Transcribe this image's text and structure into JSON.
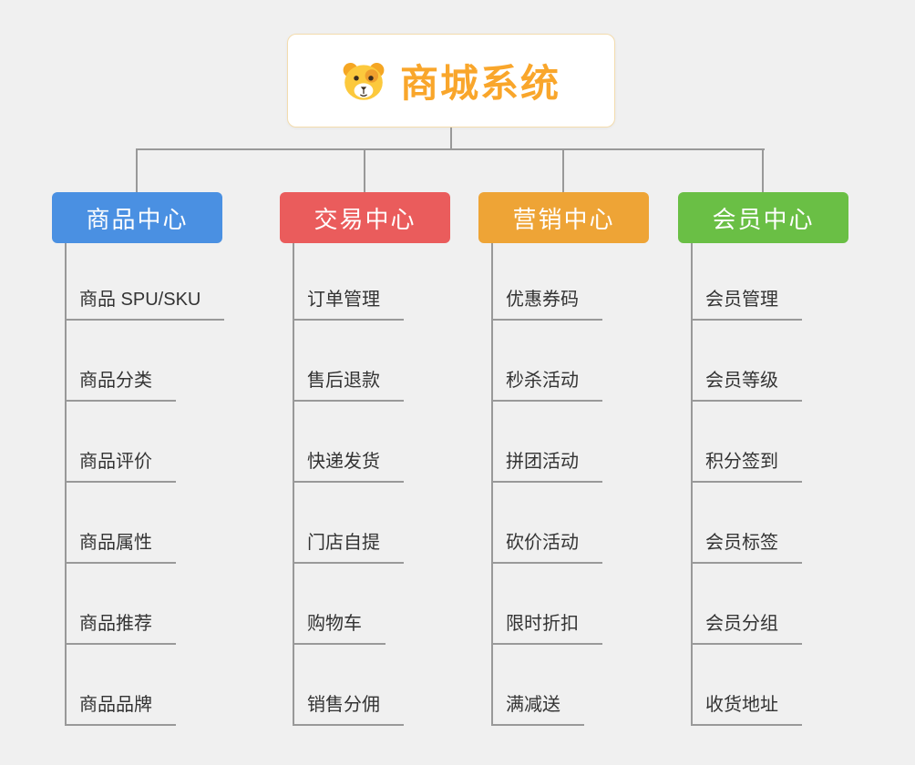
{
  "root": {
    "title": "商城系统",
    "icon": "dog-icon"
  },
  "style": {
    "line_color": "#999999",
    "background": "#f0f0f0",
    "root_border": "#f3dcae",
    "root_title_color": "#f9a62b"
  },
  "branches": [
    {
      "label": "商品中心",
      "color": "#4a90e2",
      "items": [
        "商品 SPU/SKU",
        "商品分类",
        "商品评价",
        "商品属性",
        "商品推荐",
        "商品品牌"
      ]
    },
    {
      "label": "交易中心",
      "color": "#ea5c5c",
      "items": [
        "订单管理",
        "售后退款",
        "快递发货",
        "门店自提",
        "购物车",
        "销售分佣"
      ]
    },
    {
      "label": "营销中心",
      "color": "#eea436",
      "items": [
        "优惠券码",
        "秒杀活动",
        "拼团活动",
        "砍价活动",
        "限时折扣",
        "满减送"
      ]
    },
    {
      "label": "会员中心",
      "color": "#6abf45",
      "items": [
        "会员管理",
        "会员等级",
        "积分签到",
        "会员标签",
        "会员分组",
        "收货地址"
      ]
    }
  ]
}
